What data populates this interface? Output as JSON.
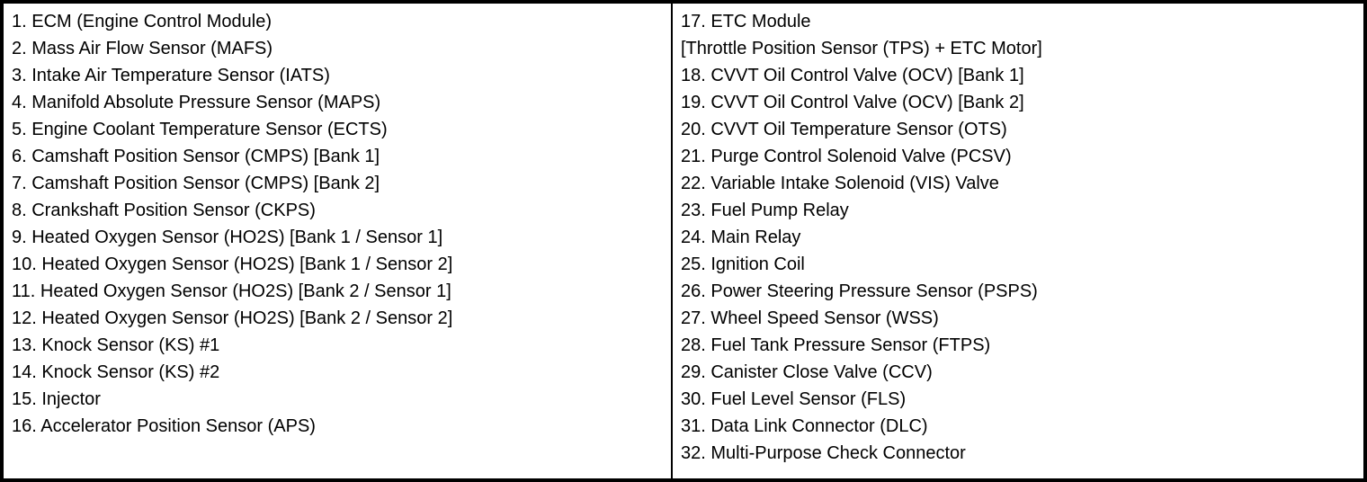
{
  "table": {
    "title": "engine-control-system-components-legend",
    "text_color": "#000000",
    "background_color": "#ffffff",
    "border_color": "#000000",
    "left_column": {
      "lines": [
        "1. ECM (Engine Control Module)",
        "2. Mass Air Flow Sensor (MAFS)",
        "3. Intake Air Temperature Sensor (IATS)",
        "4. Manifold Absolute Pressure Sensor (MAPS)",
        "5. Engine Coolant Temperature Sensor (ECTS)",
        "6. Camshaft Position Sensor (CMPS) [Bank 1]",
        "7. Camshaft Position Sensor (CMPS) [Bank 2]",
        "8. Crankshaft Position Sensor (CKPS)",
        "9. Heated Oxygen Sensor (HO2S) [Bank 1 / Sensor 1]",
        "10. Heated Oxygen Sensor (HO2S) [Bank 1 / Sensor 2]",
        "11. Heated Oxygen Sensor (HO2S) [Bank 2 / Sensor 1]",
        "12. Heated Oxygen Sensor (HO2S) [Bank 2 / Sensor 2]",
        "13. Knock Sensor (KS) #1",
        "14. Knock Sensor (KS) #2",
        "15. Injector",
        "16. Accelerator Position Sensor (APS)"
      ]
    },
    "right_column": {
      "lines": [
        "17. ETC Module",
        "[Throttle Position Sensor (TPS) + ETC Motor]",
        "18. CVVT Oil Control Valve (OCV) [Bank 1]",
        "19. CVVT Oil Control Valve (OCV) [Bank 2]",
        "20. CVVT Oil Temperature Sensor (OTS)",
        "21. Purge Control Solenoid Valve (PCSV)",
        "22. Variable Intake Solenoid (VIS) Valve",
        "23. Fuel Pump Relay",
        "24. Main Relay",
        "25. Ignition Coil",
        "26. Power Steering Pressure Sensor (PSPS)",
        "27. Wheel Speed Sensor (WSS)",
        "28. Fuel Tank Pressure Sensor (FTPS)",
        "29. Canister Close Valve (CCV)",
        "30. Fuel Level Sensor (FLS)",
        "31. Data Link Connector (DLC)",
        "32. Multi-Purpose Check Connector"
      ]
    }
  }
}
